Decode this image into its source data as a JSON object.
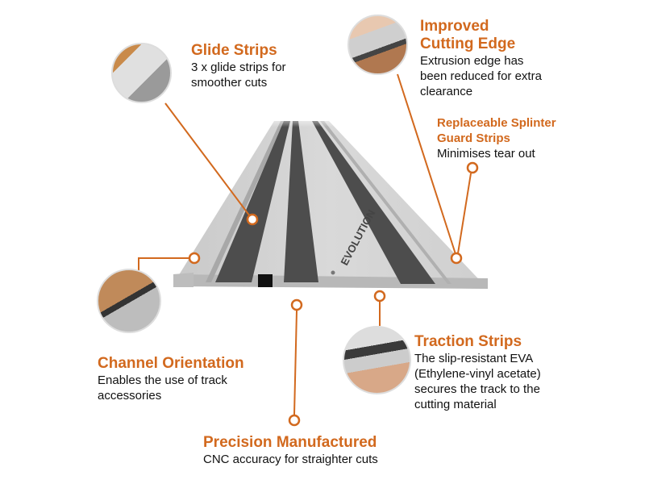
{
  "brand_text": "EVOLUTION",
  "accent_color": "#d2691e",
  "callouts": {
    "glide": {
      "title": "Glide Strips",
      "desc": [
        "3 x glide strips for",
        "smoother cuts"
      ]
    },
    "edge": {
      "title": [
        "Improved",
        "Cutting Edge"
      ],
      "desc": [
        "Extrusion edge has",
        "been reduced for extra",
        "clearance"
      ]
    },
    "splinter": {
      "title": [
        "Replaceable Splinter",
        "Guard Strips"
      ],
      "desc": [
        "Minimises tear out"
      ]
    },
    "channel": {
      "title": "Channel Orientation",
      "desc": [
        "Enables the use of track",
        "accessories"
      ]
    },
    "traction": {
      "title": "Traction Strips",
      "desc": [
        "The slip-resistant EVA",
        "(Ethylene-vinyl acetate)",
        "secures the track to the",
        "cutting material"
      ]
    },
    "precision": {
      "title": "Precision Manufactured",
      "desc": [
        "CNC accuracy for straighter cuts"
      ]
    }
  }
}
